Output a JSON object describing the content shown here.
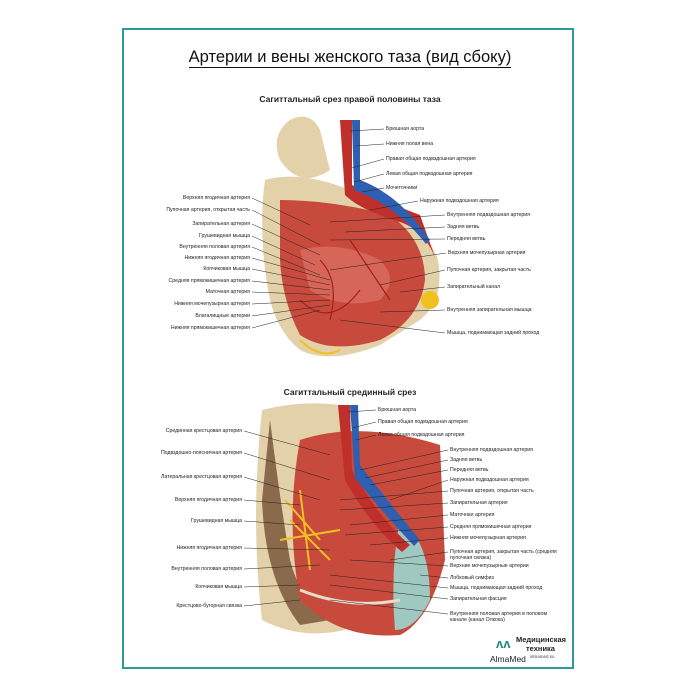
{
  "title": "Артерии и вены женского таза (вид сбоку)",
  "section1": {
    "heading": "Сагиттальный срез правой половины таза",
    "right_labels": [
      "Брюшная аорта",
      "Нижняя полая вена",
      "Правая общая подвздошная артерия",
      "Левая общая подвздошная артерия",
      "Мочеточники",
      "Наружная подвздошная артерия",
      "Внутренняя подвздошная артерия",
      "Задняя ветвь",
      "Передняя ветвь",
      "Верхняя мочепузырная артерия",
      "Пупочная артерия, закрытая часть",
      "Запирательный канал",
      "Внутренняя запирательная мышца",
      "Мышца, поднимающая задний проход"
    ],
    "left_labels": [
      "Верхняя ягодичная артерия",
      "Пупочная артерия, открытая часть",
      "Запирательная артерия",
      "Грушевидная мышца",
      "Внутренняя половая артерия",
      "Нижняя ягодичная артерия",
      "Копчиковая мышца",
      "Средняя прямокишечная артерия",
      "Маточная артерия",
      "Нижняя мочепузырная артерия",
      "Влагалищные артерии",
      "Нижняя прямокишечная артерия"
    ]
  },
  "section2": {
    "heading": "Сагиттальный срединный срез",
    "left_labels": [
      "Срединная крестцовая артерия",
      "Подвздошно-поясничная артерия",
      "Латеральная крестцовая артерия",
      "Верхняя ягодичная артерия",
      "Грушевидная мышца",
      "Нижняя ягодичная артерия",
      "Внутренняя половая артерия",
      "Копчиковая мышца",
      "Крестцово-бугорная связка"
    ],
    "right_labels": [
      "Брюшная аорта",
      "Правая общая подвздошная артерия",
      "Левая общая подвздошная артерия",
      "Внутренняя подвздошная артерия",
      "Задняя ветвь",
      "Передняя ветвь",
      "Наружная подвздошная артерия",
      "Пупочная артерия, открытая часть",
      "Запирательная артерия",
      "Маточная артерия",
      "Средняя прямокишечная артерия",
      "Нижняя мочепузырная артерия",
      "Пупочная артерия, закрытая часть (средняя пупочная связка)",
      "Верхние мочепузырные артерии",
      "Лобковый симфиз",
      "Мышца, поднимающая задний проход",
      "Запирательная фасция",
      "Внутренняя половая артерия в половом канале (канал Олкока)"
    ]
  },
  "logo": {
    "brand": "AlmaMed",
    "name_line1": "Медицинская",
    "name_line2": "техника",
    "url": "almamed.su"
  },
  "colors": {
    "frame": "#2a9a9a",
    "bone": "#e2d1a9",
    "muscle": "#c84a3c",
    "artery": "#c0302a",
    "vein": "#2f5fb0",
    "nerve": "#f0c020"
  }
}
